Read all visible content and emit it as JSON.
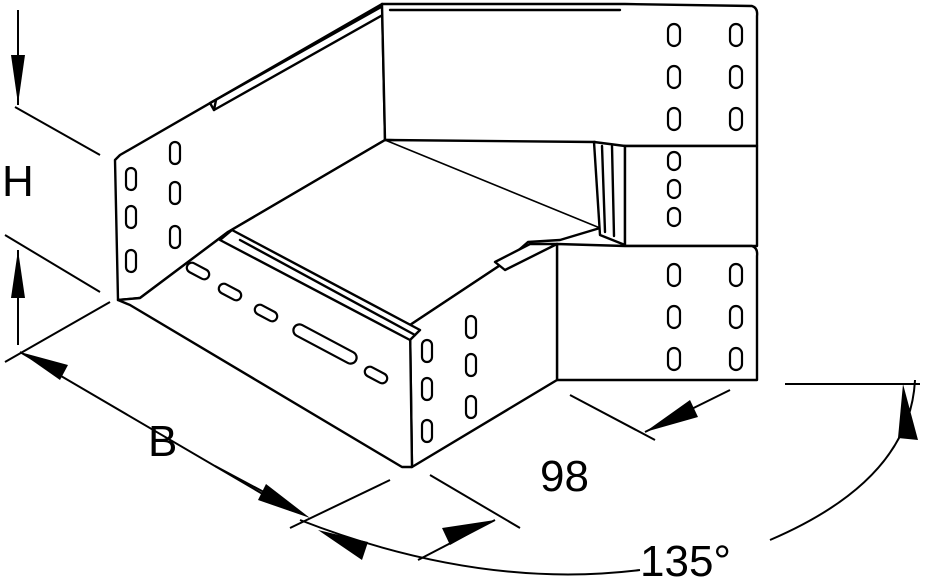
{
  "labels": {
    "height": "H",
    "width": "B",
    "length": "98",
    "angle": "135°"
  },
  "colors": {
    "line": "#000000",
    "fill": "#ffffff"
  }
}
